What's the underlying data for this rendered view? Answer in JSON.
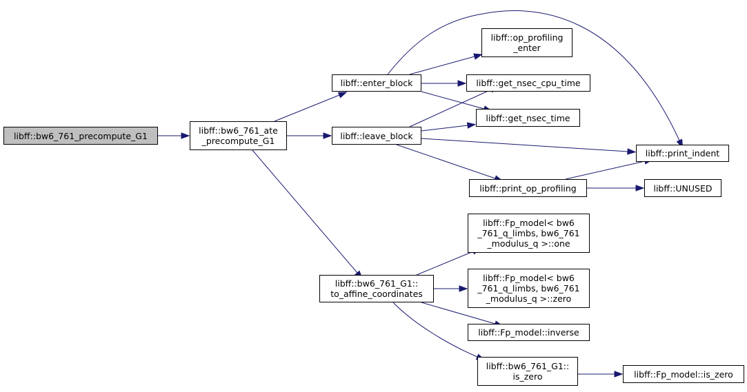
{
  "diagram": {
    "edge_color": "#191970",
    "root_fill": "#bfbfbf",
    "nodes": {
      "precompute": {
        "lines": [
          "libff::bw6_761_precompute_G1"
        ]
      },
      "ate_precompute": {
        "lines": [
          "libff::bw6_761_ate",
          "_precompute_G1"
        ]
      },
      "enter_block": {
        "lines": [
          "libff::enter_block"
        ]
      },
      "leave_block": {
        "lines": [
          "libff::leave_block"
        ]
      },
      "to_affine": {
        "lines": [
          "libff::bw6_761_G1::",
          "to_affine_coordinates"
        ]
      },
      "op_prof_enter": {
        "lines": [
          "libff::op_profiling",
          "_enter"
        ]
      },
      "nsec_cpu": {
        "lines": [
          "libff::get_nsec_cpu_time"
        ]
      },
      "nsec_time": {
        "lines": [
          "libff::get_nsec_time"
        ]
      },
      "print_indent": {
        "lines": [
          "libff::print_indent"
        ]
      },
      "print_op_prof": {
        "lines": [
          "libff::print_op_profiling"
        ]
      },
      "unused": {
        "lines": [
          "libff::UNUSED"
        ]
      },
      "fp_one": {
        "lines": [
          "libff::Fp_model< bw6",
          "_761_q_limbs, bw6_761",
          "_modulus_q >::one"
        ]
      },
      "fp_zero": {
        "lines": [
          "libff::Fp_model< bw6",
          "_761_q_limbs, bw6_761",
          "_modulus_q >::zero"
        ]
      },
      "fp_inverse": {
        "lines": [
          "libff::Fp_model::inverse"
        ]
      },
      "g1_is_zero": {
        "lines": [
          "libff::bw6_761_G1::",
          "is_zero"
        ]
      },
      "fp_is_zero": {
        "lines": [
          "libff::Fp_model::is_zero"
        ]
      }
    },
    "edges": [
      [
        "precompute",
        "ate_precompute"
      ],
      [
        "ate_precompute",
        "enter_block"
      ],
      [
        "ate_precompute",
        "leave_block"
      ],
      [
        "ate_precompute",
        "to_affine"
      ],
      [
        "enter_block",
        "op_prof_enter"
      ],
      [
        "enter_block",
        "nsec_cpu"
      ],
      [
        "enter_block",
        "nsec_time"
      ],
      [
        "enter_block",
        "print_indent"
      ],
      [
        "leave_block",
        "nsec_cpu"
      ],
      [
        "leave_block",
        "nsec_time"
      ],
      [
        "leave_block",
        "print_indent"
      ],
      [
        "leave_block",
        "print_op_prof"
      ],
      [
        "print_op_prof",
        "print_indent"
      ],
      [
        "print_op_prof",
        "unused"
      ],
      [
        "to_affine",
        "fp_one"
      ],
      [
        "to_affine",
        "fp_zero"
      ],
      [
        "to_affine",
        "fp_inverse"
      ],
      [
        "to_affine",
        "g1_is_zero"
      ],
      [
        "g1_is_zero",
        "fp_is_zero"
      ]
    ]
  }
}
